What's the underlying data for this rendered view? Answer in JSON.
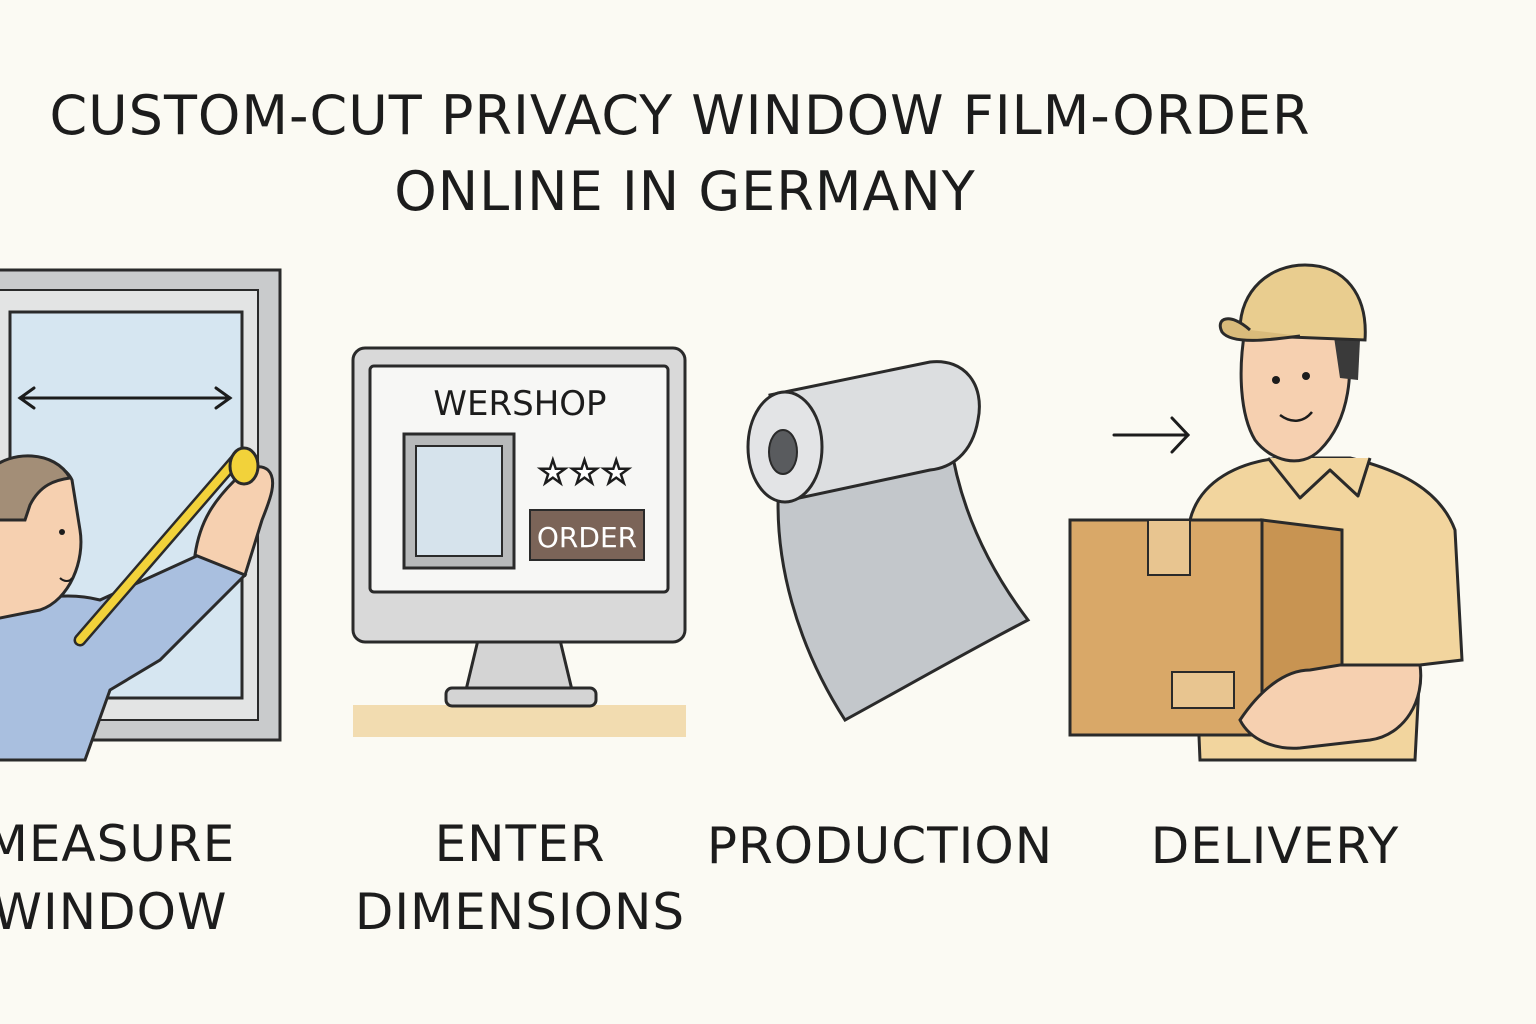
{
  "title": {
    "line1": "CUSTOM-CUT PRIVACY WINDOW FILM-ORDER",
    "line2": "ONLINE IN GERMANY"
  },
  "steps": [
    {
      "line1": "MEASURE",
      "line2": "WINDOW",
      "icon": "measuring-tape-icon"
    },
    {
      "line1": "ENTER",
      "line2": "DIMENSIONS",
      "icon": "monitor-icon"
    },
    {
      "line1": "PRODUCTION",
      "line2": "",
      "icon": "film-roll-icon"
    },
    {
      "line1": "DELIVERY",
      "line2": "",
      "icon": "delivery-box-icon"
    }
  ],
  "webshop": {
    "name": "WERSHOP",
    "rating": "★★★",
    "order_label": "ORDER"
  },
  "colors": {
    "background": "#fbfaf3",
    "outline": "#2a2a2a",
    "window_glass": "#d6e6f1",
    "tape": "#f2d23a",
    "order_button": "#7b6458",
    "box": "#d9a868",
    "uniform": "#f2d59e",
    "desk": "#f2dcb0"
  }
}
